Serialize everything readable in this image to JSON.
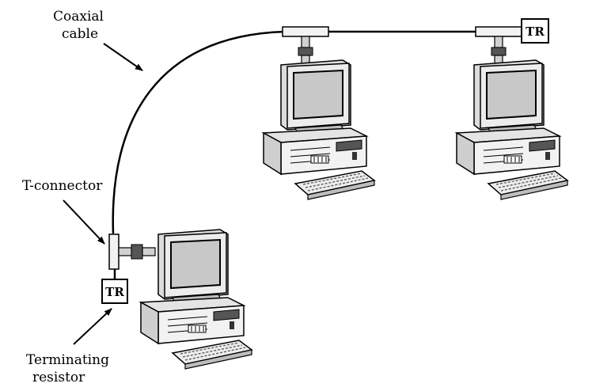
{
  "labels": {
    "coaxial_line1": "Coaxial",
    "coaxial_line2": "cable",
    "t_connector": "T-connector",
    "terminating_line1": "Terminating",
    "terminating_line2": "resistor"
  },
  "terminator_text": "TR",
  "colors": {
    "ink": "#000000",
    "paper": "#ffffff",
    "screen": "#c8c8c8",
    "body_shade": "#dcdcdc",
    "dark_shade": "#555555"
  }
}
